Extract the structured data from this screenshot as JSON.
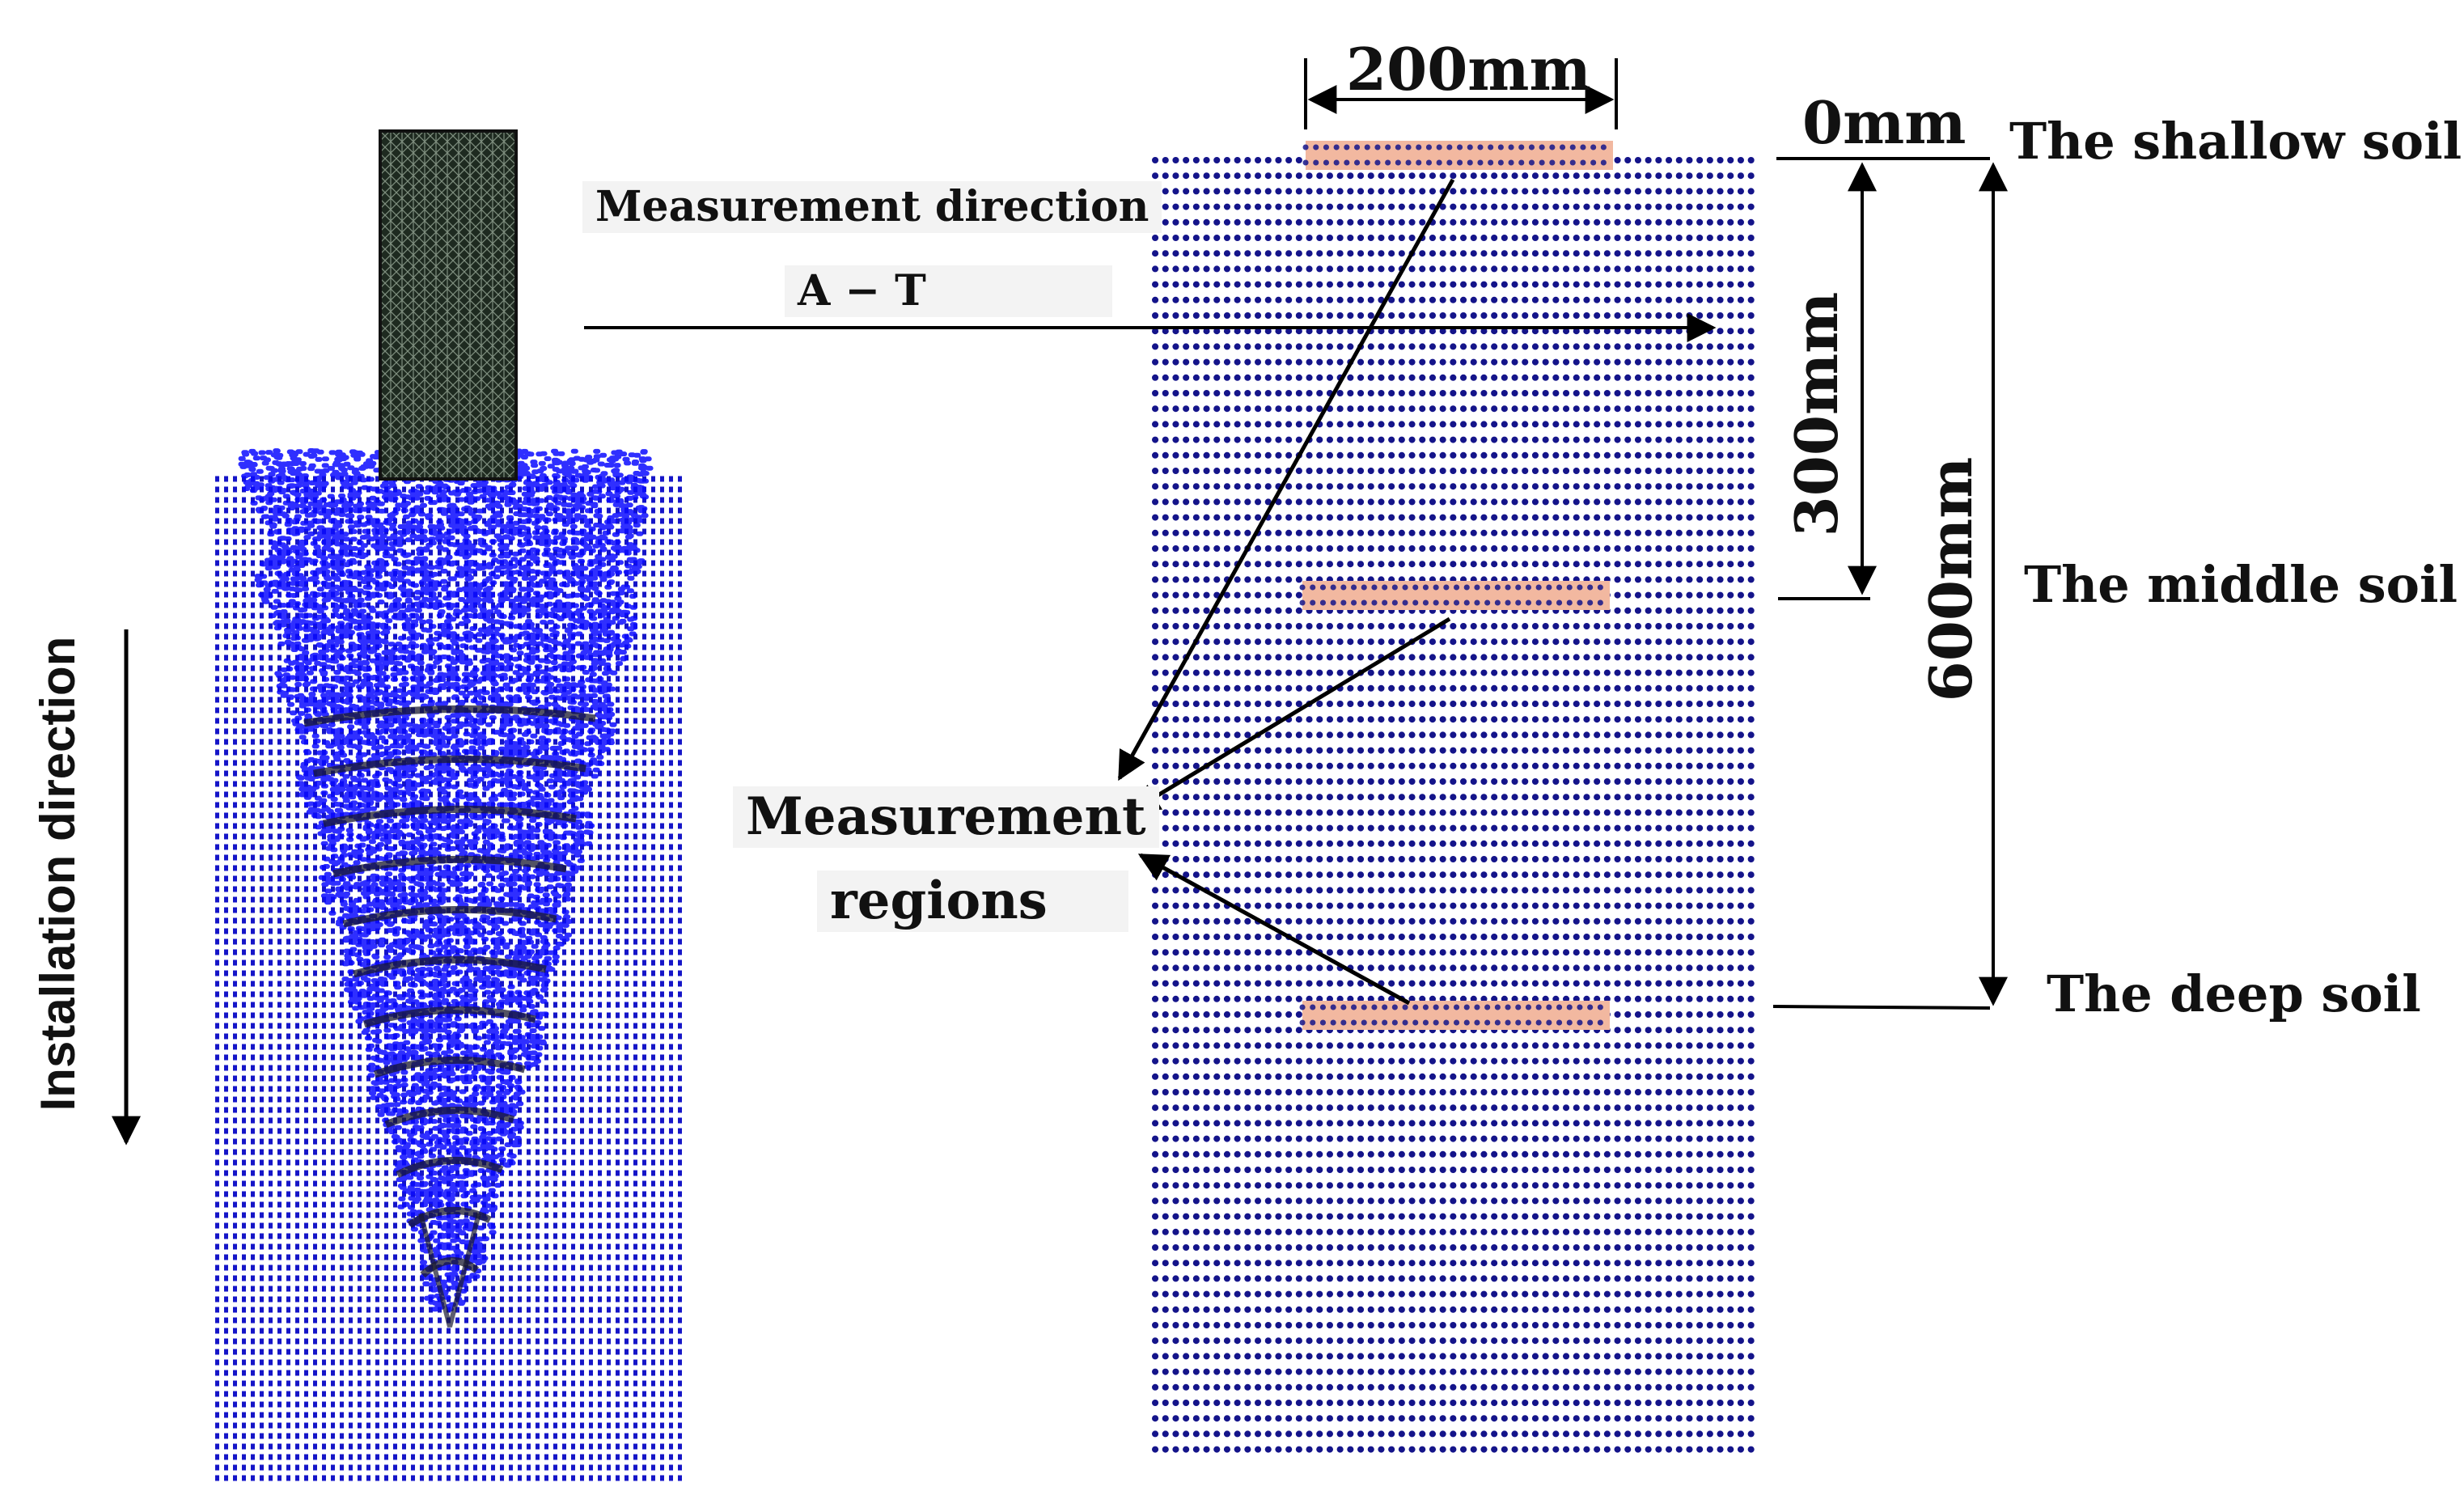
{
  "labels": {
    "installation_direction": "Installation direction",
    "measurement_direction": "Measurement direction",
    "direction_code": "A − T",
    "measurement_regions_line1": "Measurement",
    "measurement_regions_line2": "regions",
    "width_dim": "200mm",
    "depth_zero": "0mm",
    "depth_mid": "300mm",
    "depth_total": "600mm",
    "shallow_soil": "The shallow soil",
    "middle_soil": "The middle soil",
    "deep_soil": "The deep soil"
  },
  "colors": {
    "particle": "#1515c8",
    "particle_dense": "#0a0aff",
    "right_particle": "#14148a",
    "pile_shaft": "#2f3a30",
    "measurement_band": "#f2b8a0",
    "arrow": "#000000",
    "text": "#111111"
  }
}
